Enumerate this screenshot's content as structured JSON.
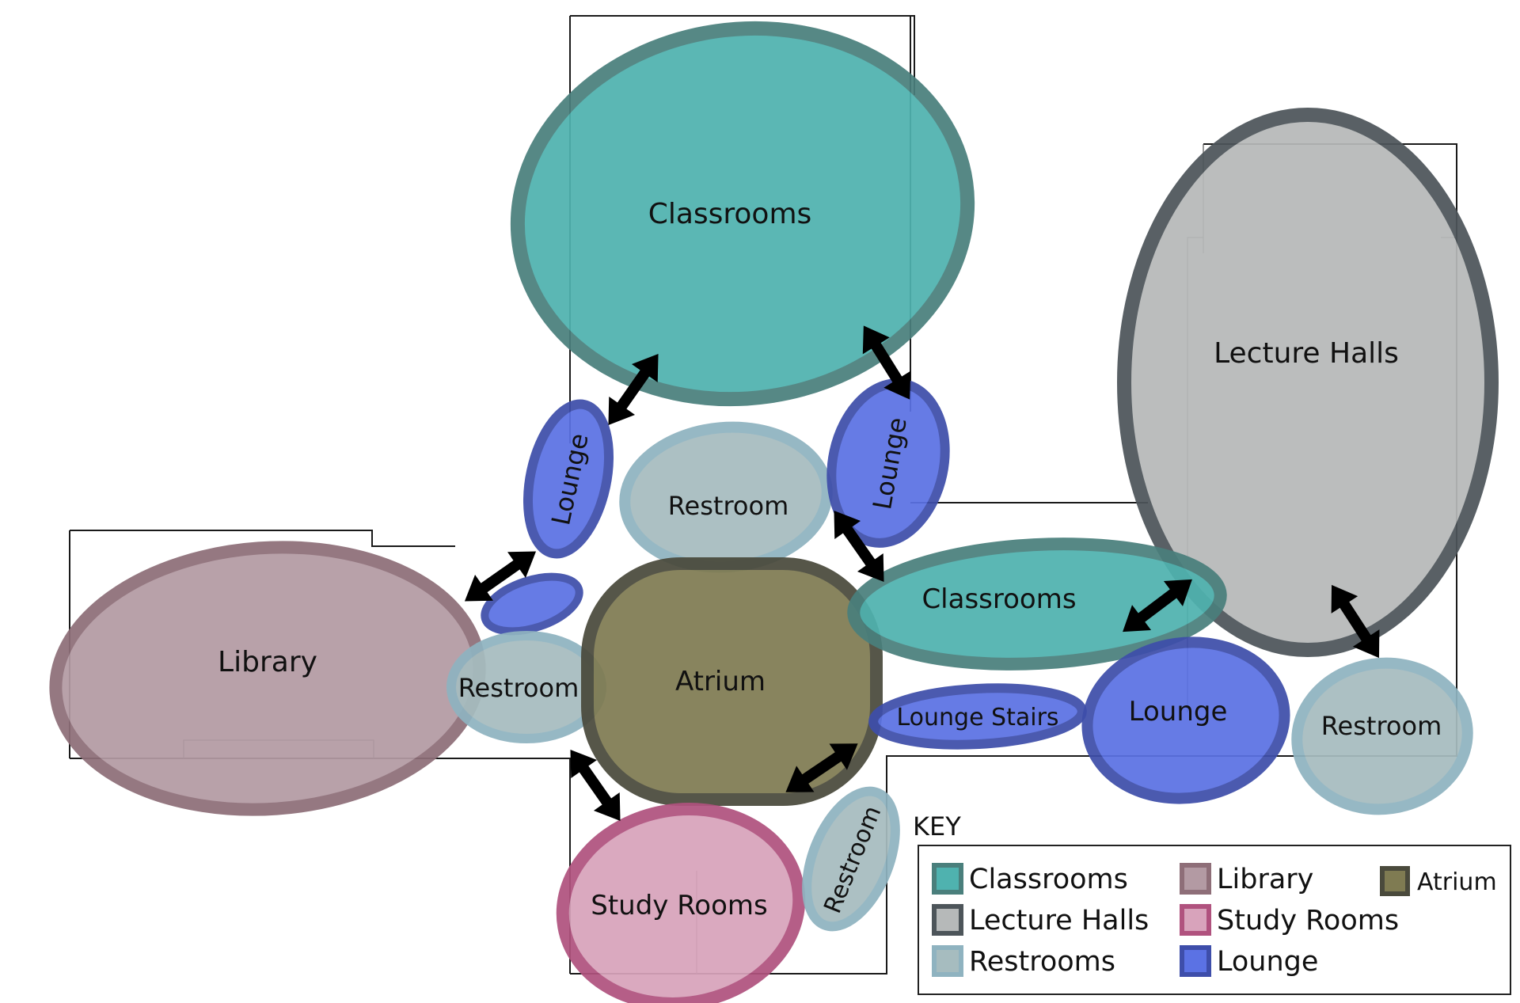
{
  "bubbles": {
    "classrooms_top": "Classrooms",
    "lecture_halls": "Lecture Halls",
    "lounge_left": "Lounge",
    "restroom_center": "Restroom",
    "lounge_right": "Lounge",
    "library": "Library",
    "restroom_left": "Restroom",
    "atrium": "Atrium",
    "classrooms_mid": "Classrooms",
    "lounge_stairs": "Lounge Stairs",
    "lounge_east": "Lounge",
    "restroom_east": "Restroom",
    "study_rooms": "Study Rooms",
    "restroom_bottom": "Restroom"
  },
  "key": {
    "title": "KEY",
    "items": [
      {
        "label": "Classrooms",
        "fill": "#4fb2af",
        "stroke": "#4a7f7c"
      },
      {
        "label": "Library",
        "fill": "#b39aa3",
        "stroke": "#8e6e78"
      },
      {
        "label": "Atrium",
        "fill": "#7f7b52",
        "stroke": "#4a4a3c"
      },
      {
        "label": "Lecture Halls",
        "fill": "#b6b9b9",
        "stroke": "#4d555a"
      },
      {
        "label": "Study Rooms",
        "fill": "#d8a3bb",
        "stroke": "#b0527e"
      },
      {
        "label": "Restrooms",
        "fill": "#a6bcbf",
        "stroke": "#8fb3c0"
      },
      {
        "label": "Lounge",
        "fill": "#5b72e4",
        "stroke": "#3e4eaa"
      }
    ]
  },
  "colors": {
    "classrooms": "#4fb2af",
    "lecture_halls": "#b6b9b9",
    "restrooms": "#a6bcbf",
    "library": "#b39aa3",
    "study_rooms": "#d8a3bb",
    "lounge": "#5b72e4",
    "atrium": "#7f7b52"
  }
}
